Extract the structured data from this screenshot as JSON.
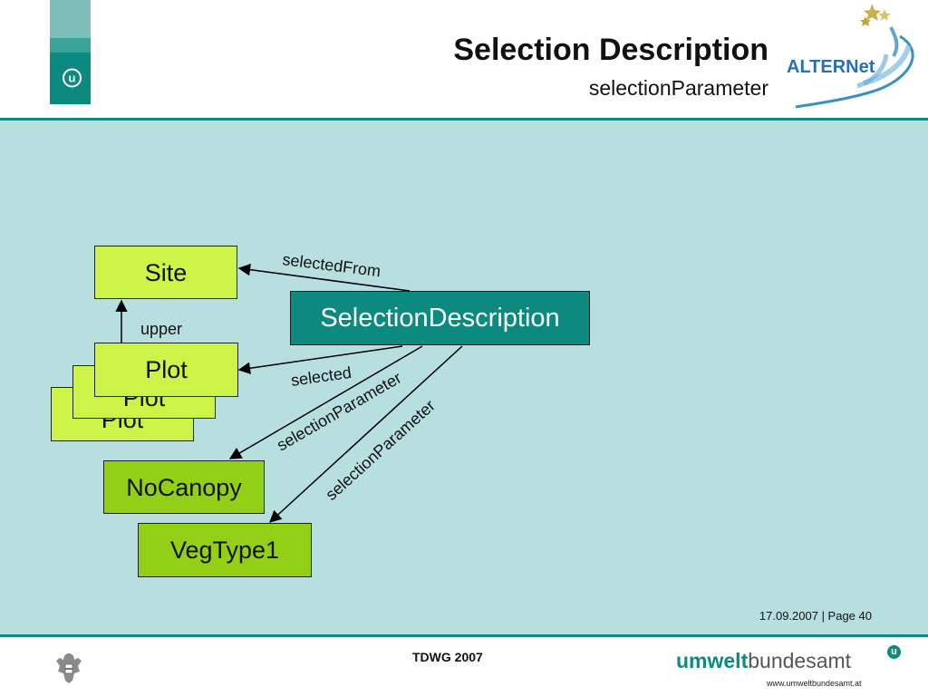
{
  "header": {
    "title": "Selection Description",
    "subtitle": "selectionParameter",
    "left_logo_letter": "u",
    "partner_logo": "ALTERNet"
  },
  "diagram": {
    "nodes": {
      "site": "Site",
      "plot_back2": "Plot",
      "plot_back1": "Plot",
      "plot_front": "Plot",
      "selection_description": "SelectionDescription",
      "nocanopy": "NoCanopy",
      "vegtype1": "VegType1"
    },
    "edges": {
      "selected_from": "selectedFrom",
      "upper": "upper",
      "selected": "selected",
      "selection_parameter_1": "selectionParameter",
      "selection_parameter_2": "selectionParameter"
    }
  },
  "footer": {
    "date_page": "17.09.2007 | Page 40",
    "event": "TDWG 2007",
    "brand_bold": "umwelt",
    "brand_regular": "bundesamt",
    "brand_mark": "u",
    "url": "www.umweltbundesamt.at"
  },
  "colors": {
    "teal": "#0d8a80",
    "background_panel": "#b8dfe0",
    "lime_box": "#ccf348",
    "green_box": "#94cf18"
  },
  "icons": [
    "u-logo-icon",
    "alternet-logo-icon",
    "austrian-eagle-crest-icon",
    "uba-logo-icon"
  ]
}
